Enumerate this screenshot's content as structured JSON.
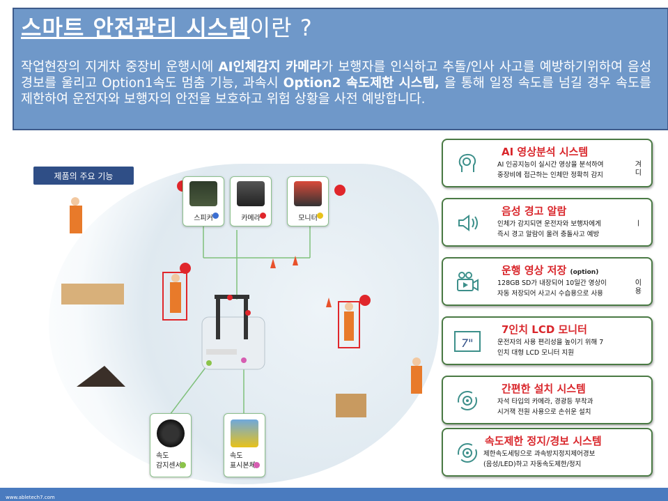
{
  "header": {
    "title_main": "스마트 안전관리 시스템",
    "title_suffix": "이란 ?",
    "desc_parts": [
      "작업현장의 지게차 중장비 운행시에 ",
      "AI인체감지 카메라",
      "가 보행자를 인식하고 추돌/인사 사고를 예방하기위하여 음성경보를 울리고 Option1속도 멈춤 기능, 과속시 ",
      "Option2 속도제한 시스템,",
      " 을 통해 일정 속도를 넘길 경우 속도를 제한하여 운전자와 보행자의 안전을 보호하고 위험 상황을 사전 예방합니다."
    ]
  },
  "diagram": {
    "badge": "제품의 주요 기능",
    "devices": [
      {
        "label": "스피커",
        "dot_color": "#3c6fd1"
      },
      {
        "label": "카메라",
        "dot_color": "#e0262b"
      },
      {
        "label": "모니터",
        "dot_color": "#e8c21a"
      }
    ],
    "sensors": [
      {
        "line1": "속도",
        "line2": "감지센서",
        "dot_color": "#8bc34a"
      },
      {
        "line1": "속도",
        "line2": "표시본체",
        "dot_color": "#d65db1"
      }
    ]
  },
  "features": [
    {
      "icon": "ai-head-icon",
      "title": "AI 영상분석 시스템",
      "title_note": "",
      "line1": "AI 인공지능이 실시간 영상을 분석하여",
      "line2": "중장비에 접근하는 인체만 정확히 감지",
      "side": "겨\n디"
    },
    {
      "icon": "speaker-icon",
      "title": "음성 경고 알람",
      "title_note": "",
      "line1": "인체가 감지되면 운전자와 보행자에게",
      "line2": "즉시 경고 알람이 울려 충돌사고 예방",
      "side": "ㅣ"
    },
    {
      "icon": "video-camera-icon",
      "title": "운행 영상 저장",
      "title_note": "(option)",
      "line1": "128GB SD가 내장되어 10일간 영상이",
      "line2": "자동 저장되어 사고시 수습용으로 사용",
      "side": "이\n용"
    },
    {
      "icon": "lcd-monitor-icon",
      "title": "7인치 LCD 모니터",
      "title_note": "",
      "line1": "운전자의 사용 편리성을 높이기 위해 7",
      "line2": "인치 대형 LCD 모니터 지원",
      "side": ""
    },
    {
      "icon": "gear-cycle-icon",
      "title": "간편한 설치 시스템",
      "title_note": "",
      "line1": "자석 타입의 카메라, 경광등 부착과",
      "line2": "시거잭 전원 사용으로 손쉬운 설치",
      "side": ""
    },
    {
      "icon": "gear-cycle-icon",
      "title": "속도제한 정지/경보 시스템",
      "title_note": "",
      "line1": "제한속도세팅으로 과속방지정지제어경보",
      "line2": "(음성/LED)하고 자동속도제한/정지",
      "side": ""
    }
  ],
  "footer": {
    "url": "www.abletech7.com"
  }
}
